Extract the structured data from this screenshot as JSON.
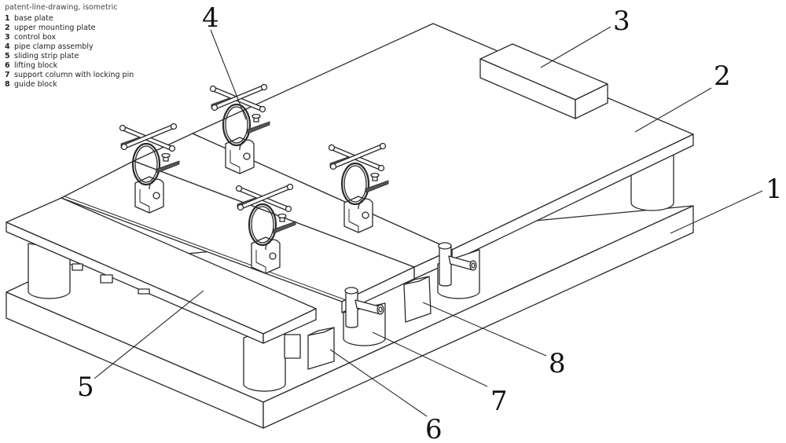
{
  "figure": {
    "type": "patent-line-drawing",
    "view": "isometric",
    "line_color": "#2a2a2a",
    "background": "#ffffff"
  },
  "callouts": [
    {
      "number": "1",
      "part": "base plate"
    },
    {
      "number": "2",
      "part": "upper mounting plate"
    },
    {
      "number": "3",
      "part": "control box"
    },
    {
      "number": "4",
      "part": "pipe clamp assembly"
    },
    {
      "number": "5",
      "part": "sliding strip plate"
    },
    {
      "number": "6",
      "part": "lifting block"
    },
    {
      "number": "7",
      "part": "support column with locking pin"
    },
    {
      "number": "8",
      "part": "guide block"
    }
  ]
}
